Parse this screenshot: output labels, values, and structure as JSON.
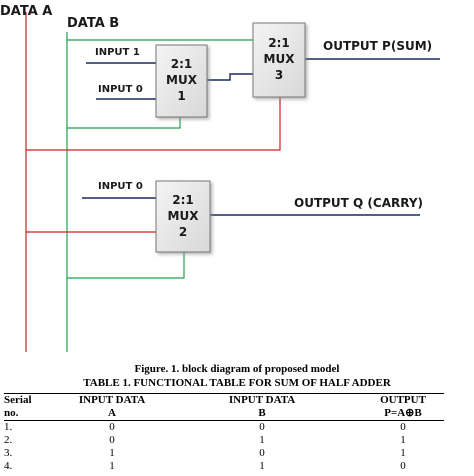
{
  "diagram": {
    "labels": {
      "data_a": "DATA A",
      "data_b": "DATA B",
      "mux1_input1": "INPUT 1",
      "mux1_input0": "INPUT 0",
      "mux2_input0": "INPUT 0",
      "output_sum": "OUTPUT P(SUM)",
      "output_carry": "OUTPUT Q (CARRY)"
    },
    "mux1": {
      "line1": "2:1",
      "line2": "MUX",
      "line3": "1"
    },
    "mux2": {
      "line1": "2:1",
      "line2": "MUX",
      "line3": "2"
    },
    "mux3": {
      "line1": "2:1",
      "line2": "MUX",
      "line3": "3"
    },
    "colors": {
      "data_a": "#cc2222",
      "data_b": "#22a050",
      "signal": "#1a2a5a",
      "box_fill": "#e6e6e6"
    }
  },
  "figure_caption": "Figure. 1.  block diagram of proposed model",
  "table": {
    "title": "TABLE 1. FUNCTIONAL TABLE FOR SUM OF HALF ADDER",
    "header_row1": [
      "Serial",
      "INPUT DATA",
      "INPUT DATA",
      "OUTPUT"
    ],
    "header_row2": [
      "no.",
      "A",
      "B",
      "P=A⊕B"
    ],
    "rows": [
      [
        "1.",
        "0",
        "0",
        "0"
      ],
      [
        "2.",
        "0",
        "1",
        "1"
      ],
      [
        "3.",
        "1",
        "0",
        "1"
      ],
      [
        "4.",
        "1",
        "1",
        "0"
      ]
    ]
  }
}
